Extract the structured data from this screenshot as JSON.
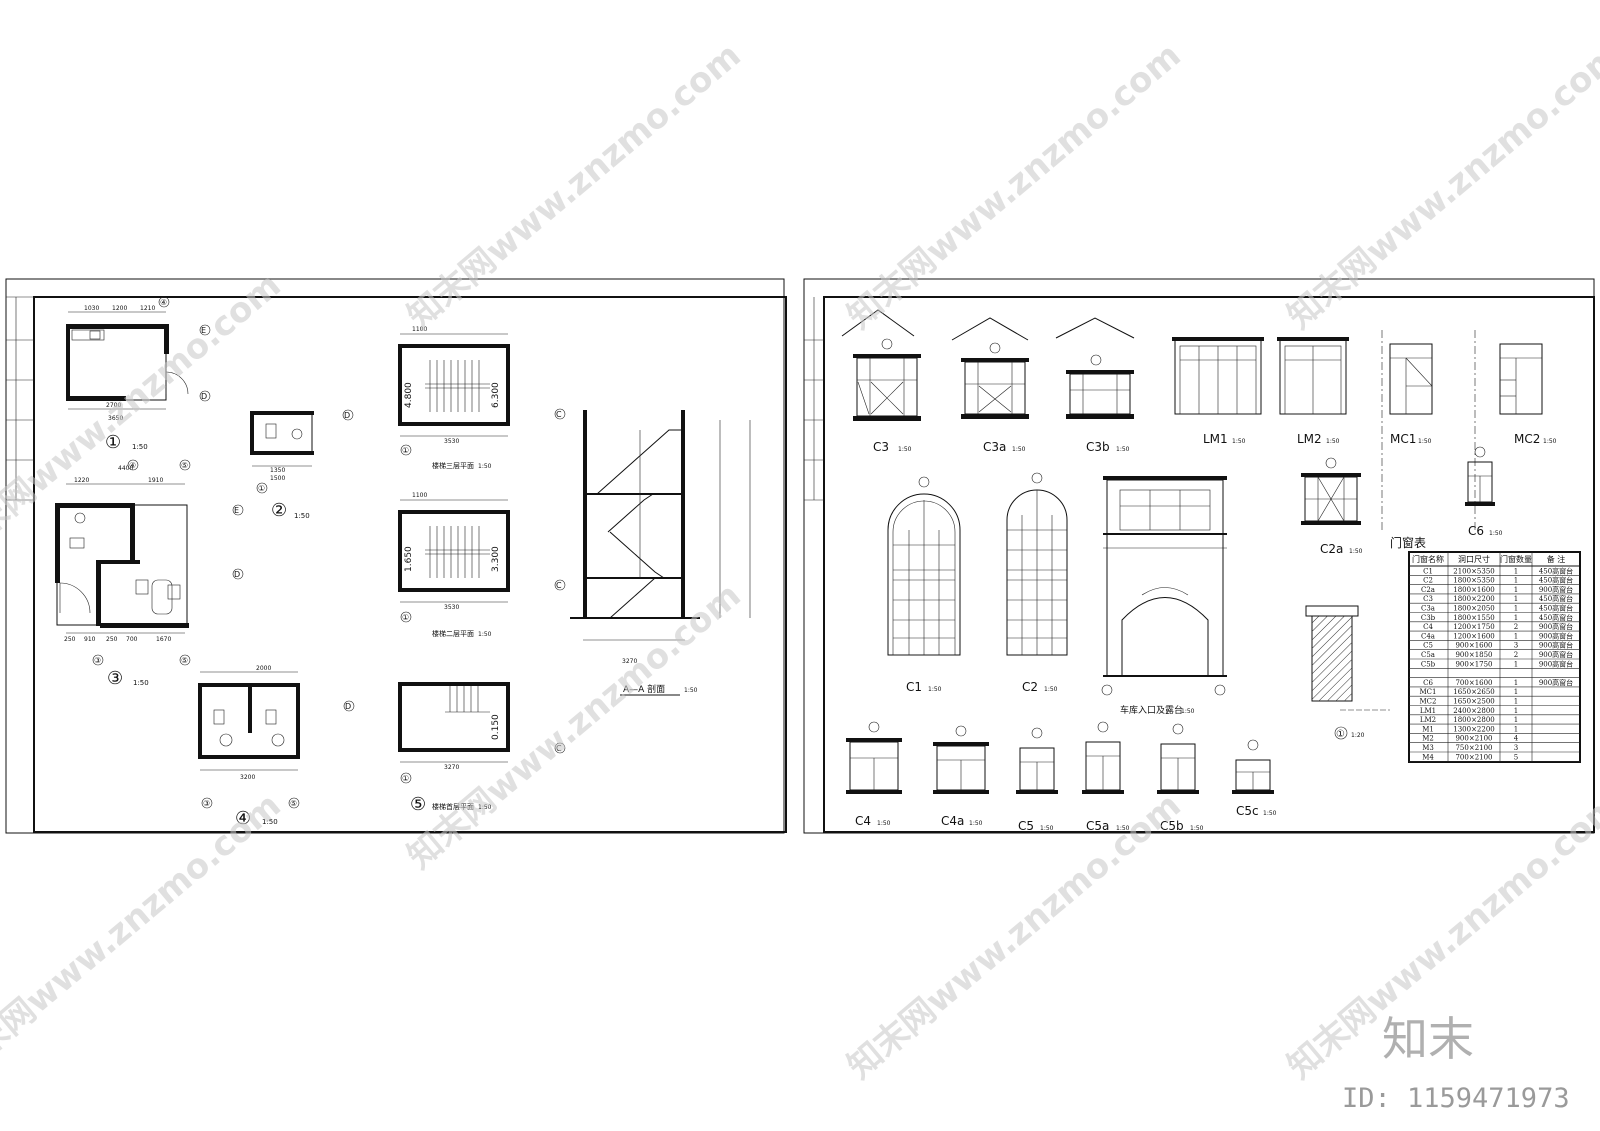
{
  "left_sheet": {
    "unit_labels": [
      {
        "num": "①",
        "scale": "1:50"
      },
      {
        "num": "②",
        "scale": "1:50"
      },
      {
        "num": "③",
        "scale": "1:50"
      },
      {
        "num": "④",
        "scale": "1:50"
      }
    ],
    "stair_plans": [
      {
        "title": "楼梯三层平面",
        "scale": "1:50",
        "elev": "4.800",
        "elev2": "6.300"
      },
      {
        "title": "楼梯二层平面",
        "scale": "1:50",
        "elev": "1.650",
        "elev2": "3.300"
      },
      {
        "title": "楼梯首层平面",
        "scale": "1:50",
        "elev": "0.150"
      }
    ],
    "section": {
      "title": "A—A 剖面",
      "scale": "1:50",
      "width_dim": "3270"
    },
    "dims": {
      "u1_top": [
        "1030",
        "1200",
        "1210"
      ],
      "u1_bottom": "3650",
      "u1_inner": "2700",
      "u3_top": [
        "1220",
        "1910"
      ],
      "u3_total": "4400",
      "u3_bottom": [
        "250",
        "910",
        "250",
        "700",
        "1670"
      ],
      "u4_top": [
        "2000"
      ],
      "u4_total": "3200",
      "stair_w": "3530",
      "stair_in": "1100",
      "stair_base": "3270",
      "u2_w": "1350",
      "u2_b": "1500"
    },
    "axis_marks": [
      "①",
      "②",
      "③",
      "④",
      "⑤",
      "C",
      "D",
      "E"
    ]
  },
  "right_sheet": {
    "window_labels": [
      {
        "name": "C3",
        "scale": "1:50"
      },
      {
        "name": "C3a",
        "scale": "1:50"
      },
      {
        "name": "C3b",
        "scale": "1:50"
      },
      {
        "name": "LM1",
        "scale": "1:50"
      },
      {
        "name": "LM2",
        "scale": "1:50"
      },
      {
        "name": "MC1",
        "scale": "1:50"
      },
      {
        "name": "MC2",
        "scale": "1:50"
      },
      {
        "name": "C6",
        "scale": "1:50"
      },
      {
        "name": "C2a",
        "scale": "1:50"
      },
      {
        "name": "C1",
        "scale": "1:50"
      },
      {
        "name": "C2",
        "scale": "1:50"
      },
      {
        "name": "C4",
        "scale": "1:50"
      },
      {
        "name": "C4a",
        "scale": "1:50"
      },
      {
        "name": "C5",
        "scale": "1:50"
      },
      {
        "name": "C5a",
        "scale": "1:50"
      },
      {
        "name": "C5b",
        "scale": "1:50"
      },
      {
        "name": "C5c",
        "scale": "1:50"
      }
    ],
    "garage_label": "车库入口及露台",
    "garage_scale": "1:50",
    "detail_label": {
      "num": "①",
      "scale": "1:20"
    },
    "schedule": {
      "title": "门窗表",
      "headers": [
        "门窗名称",
        "洞口尺寸",
        "门窗数量",
        "备 注"
      ],
      "rows": [
        [
          "C1",
          "2100×5350",
          "1",
          "450高窗台"
        ],
        [
          "C2",
          "1800×5350",
          "1",
          "450高窗台"
        ],
        [
          "C2a",
          "1800×1600",
          "1",
          "900高窗台"
        ],
        [
          "C3",
          "1800×2200",
          "1",
          "450高窗台"
        ],
        [
          "C3a",
          "1800×2050",
          "1",
          "450高窗台"
        ],
        [
          "C3b",
          "1800×1550",
          "1",
          "450高窗台"
        ],
        [
          "C4",
          "1200×1750",
          "2",
          "900高窗台"
        ],
        [
          "C4a",
          "1200×1600",
          "1",
          "900高窗台"
        ],
        [
          "C5",
          "900×1600",
          "3",
          "900高窗台"
        ],
        [
          "C5a",
          "900×1850",
          "2",
          "900高窗台"
        ],
        [
          "C5b",
          "900×1750",
          "1",
          "900高窗台"
        ],
        [
          "",
          "",
          "",
          ""
        ],
        [
          "C6",
          "700×1600",
          "1",
          "900高窗台"
        ],
        [
          "MC1",
          "1650×2650",
          "1",
          ""
        ],
        [
          "MC2",
          "1650×2500",
          "1",
          ""
        ],
        [
          "LM1",
          "2400×2800",
          "1",
          ""
        ],
        [
          "LM2",
          "1800×2800",
          "1",
          ""
        ],
        [
          "M1",
          "1300×2200",
          "1",
          ""
        ],
        [
          "M2",
          "900×2100",
          "4",
          ""
        ],
        [
          "M3",
          "750×2100",
          "3",
          ""
        ],
        [
          "M4",
          "700×2100",
          "5",
          ""
        ]
      ]
    }
  },
  "watermark": {
    "text": "知末网www.znzmo.com",
    "logo": "知末",
    "id": "ID: 1159471973"
  }
}
